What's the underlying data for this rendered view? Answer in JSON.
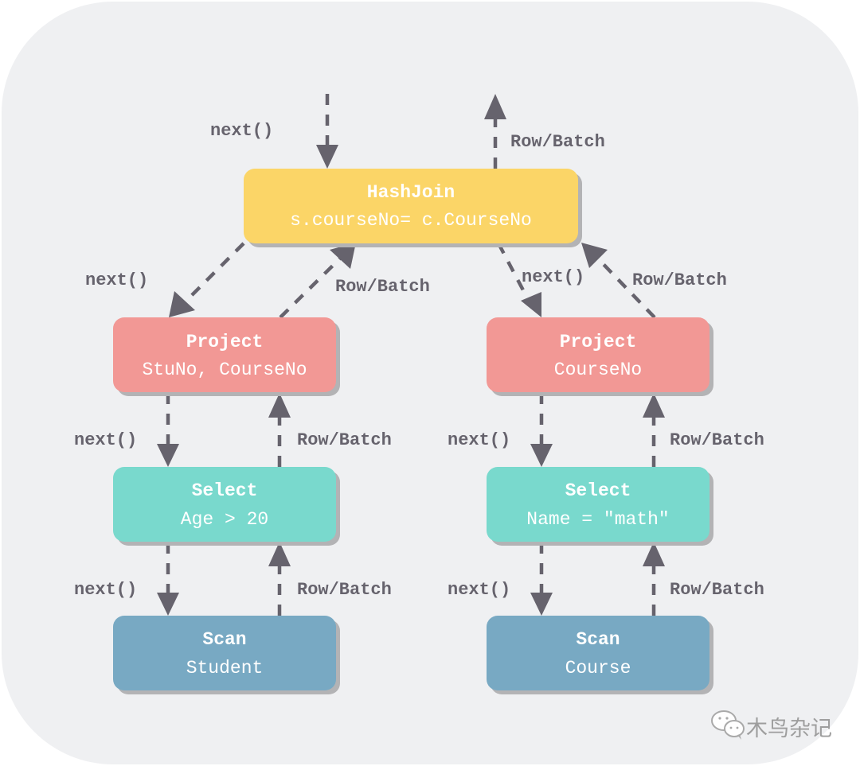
{
  "diagram": {
    "colors": {
      "background": "#eff0f2",
      "hashjoin": "#fbd567",
      "project": "#f29895",
      "select": "#79d9cd",
      "scan": "#78a9c3",
      "edge": "#66636d"
    },
    "nodes": {
      "hashjoin": {
        "title": "HashJoin",
        "detail": "s.courseNo= c.CourseNo"
      },
      "project_left": {
        "title": "Project",
        "detail": "StuNo, CourseNo"
      },
      "project_right": {
        "title": "Project",
        "detail": "CourseNo"
      },
      "select_left": {
        "title": "Select",
        "detail": "Age > 20"
      },
      "select_right": {
        "title": "Select",
        "detail": "Name = \"math\""
      },
      "scan_left": {
        "title": "Scan",
        "detail": "Student"
      },
      "scan_right": {
        "title": "Scan",
        "detail": "Course"
      }
    },
    "edge_labels": {
      "call": "next()",
      "result": "Row/Batch"
    }
  },
  "watermark": {
    "icon": "wechat-icon",
    "text": "木鸟杂记"
  }
}
